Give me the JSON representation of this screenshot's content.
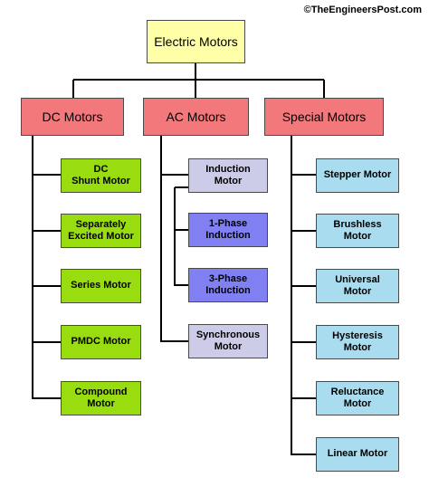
{
  "copyright": "©TheEngineersPost.com",
  "root": {
    "label": "Electric Motors",
    "color": "#ffffa8"
  },
  "categories": [
    {
      "label": "DC Motors",
      "color": "#f2787c"
    },
    {
      "label": "AC Motors",
      "color": "#f2787c"
    },
    {
      "label": "Special Motors",
      "color": "#f2787c"
    }
  ],
  "dc_motors": {
    "color": "#99dd11",
    "items": [
      "DC\nShunt Motor",
      "Separately\nExcited Motor",
      "Series Motor",
      "PMDC Motor",
      "Compound\nMotor"
    ]
  },
  "ac_motors": {
    "color": "#cccce8",
    "induction": "Induction\nMotor",
    "induction_sub_color": "#8080f2",
    "induction_subtypes": [
      "1-Phase\nInduction",
      "3-Phase\nInduction"
    ],
    "synchronous": "Synchronous\nMotor"
  },
  "special_motors": {
    "color": "#a9dcee",
    "items": [
      "Stepper Motor",
      "Brushless\nMotor",
      "Universal\nMotor",
      "Hysteresis\nMotor",
      "Reluctance\nMotor",
      "Linear Motor"
    ]
  },
  "line_color": "#000000"
}
